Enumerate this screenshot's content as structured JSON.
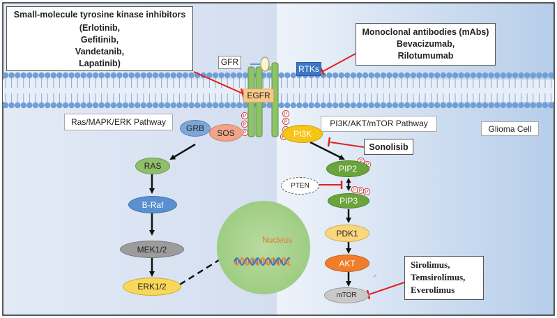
{
  "colors": {
    "background_left": "#dde6f4",
    "background_right": "#c9daf0",
    "membrane_head": "#6f9fd6",
    "receptor_green": "#8dc46a",
    "rtk_blue": "#3d78c4",
    "egfr_orange": "#f6c98a",
    "grb_blue": "#7ea6d8",
    "sos_salmon": "#f1a48b",
    "pi3k_yellow": "#f5c518",
    "pip_green": "#6aa43c",
    "ras_green": "#8fbf6a",
    "braf_blue": "#5a8fd0",
    "mek_gray": "#9c9c9c",
    "erk_yellow": "#f8d75a",
    "pdk_yellow": "#fad67d",
    "akt_orange": "#ef7d2b",
    "mtor_gray": "#c9c9c9",
    "nucleus": "#a9d08e",
    "inhibitor_red": "#e02020"
  },
  "inhibitors_tki": {
    "line1": "Small-molecule tyrosine kinase inhibitors",
    "line2": "(Erlotinib,",
    "line3": "Gefitinib,",
    "line4": "Vandetanib,",
    "line5": "Lapatinib)"
  },
  "mabs": {
    "line1": "Monoclonal antibodies (mAbs)",
    "line2": "Bevacizumab,",
    "line3": "Rilotumumab"
  },
  "receptors": {
    "gfr": "GFR",
    "rtks": "RTKs",
    "egfr": "EGFR"
  },
  "pathways": {
    "ras": "Ras/MAPK/ERK Pathway",
    "pi3k": "PI3K/AKT/mTOR Pathway"
  },
  "cell_label": "Glioma Cell",
  "phospho": "P",
  "nodes": {
    "grb": "GRB",
    "sos": "SOS",
    "ras": "RAS",
    "braf": "B-Raf",
    "mek": "MEK1/2",
    "erk": "ERK1/2",
    "pi3k": "PI3K",
    "pip2": "PIP2",
    "pten": "PTEN",
    "pip3": "PIP3",
    "pdk1": "PDK1",
    "akt": "AKT",
    "mtor": "mTOR",
    "nucleus": "Nucleus"
  },
  "drugs": {
    "sonolisib": "Sonolisib",
    "rapalogs_1": "Sirolimus,",
    "rapalogs_2": "Temsirolimus,",
    "rapalogs_3": "Everolimus"
  }
}
